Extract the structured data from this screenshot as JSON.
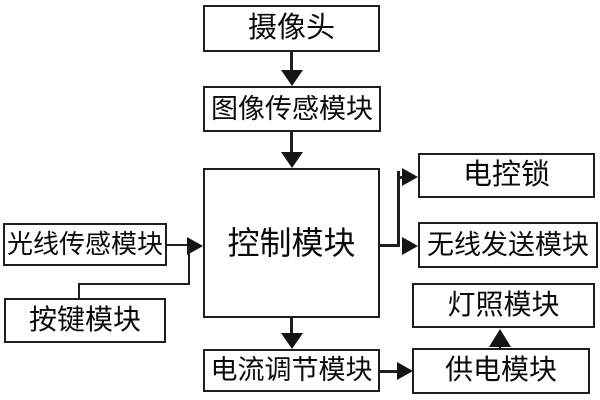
{
  "diagram": {
    "type": "flowchart",
    "background_color": "#ffffff",
    "line_color": "#1e1e1e",
    "text_color": "#0a0a0a",
    "box_fill": "#ffffff",
    "nodes": {
      "camera": {
        "label": "摄像头"
      },
      "image_sensor": {
        "label": "图像传感模块"
      },
      "control": {
        "label": "控制模块"
      },
      "light_sensor": {
        "label": "光线传感模块"
      },
      "button": {
        "label": "按键模块"
      },
      "lock": {
        "label": "电控锁"
      },
      "wireless": {
        "label": "无线发送模块"
      },
      "lighting": {
        "label": "灯照模块"
      },
      "current": {
        "label": "电流调节模块"
      },
      "power": {
        "label": "供电模块"
      }
    },
    "edges": [
      {
        "from": "camera",
        "to": "image_sensor",
        "style": "arrow-down"
      },
      {
        "from": "image_sensor",
        "to": "control",
        "style": "arrow-down"
      },
      {
        "from": "light_sensor",
        "to": "control",
        "style": "arrow-right"
      },
      {
        "from": "button",
        "to": "control",
        "style": "elbow-join"
      },
      {
        "from": "control",
        "to": "lock",
        "style": "elbow-arrow-right"
      },
      {
        "from": "control",
        "to": "wireless",
        "style": "arrow-right"
      },
      {
        "from": "control",
        "to": "current",
        "style": "arrow-down"
      },
      {
        "from": "current",
        "to": "power",
        "style": "arrow-right"
      },
      {
        "from": "power",
        "to": "lighting",
        "style": "arrow-up"
      }
    ]
  }
}
